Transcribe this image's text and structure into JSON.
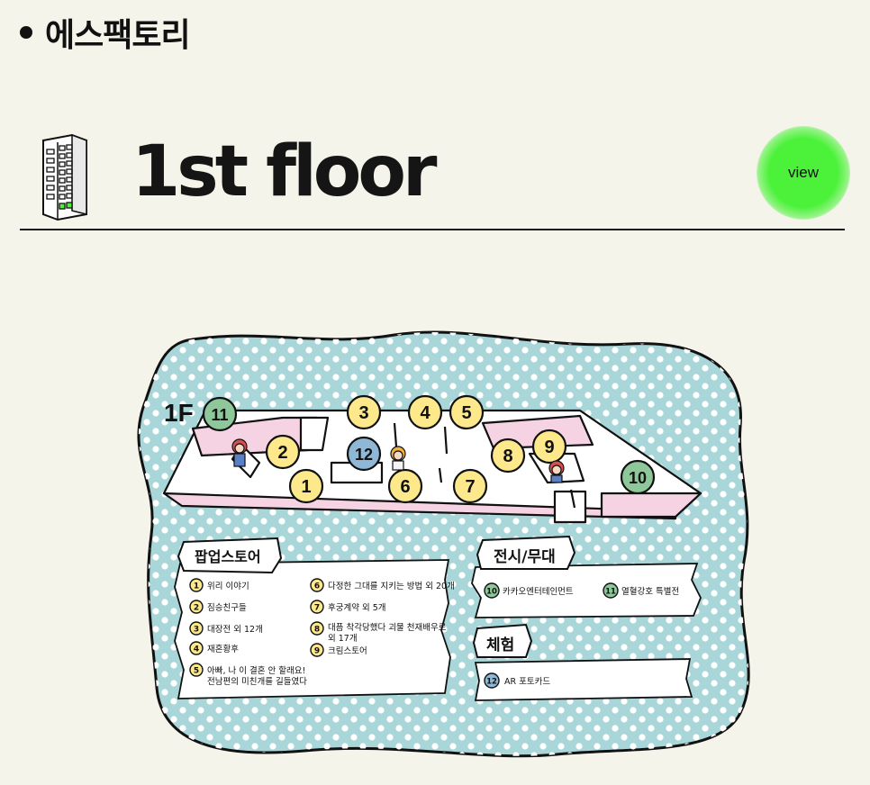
{
  "section": {
    "title": "에스팩토리"
  },
  "floor": {
    "title": "1st floor",
    "view_label": "view",
    "icon": "building-icon"
  },
  "map": {
    "floor_label": "1F",
    "markers": [
      "1",
      "2",
      "3",
      "4",
      "5",
      "6",
      "7",
      "8",
      "9",
      "10",
      "11",
      "12"
    ],
    "legend_popup": {
      "title": "팝업스토어",
      "items": [
        {
          "num": "1",
          "label": "위리 이야기"
        },
        {
          "num": "2",
          "label": "짐승친구들"
        },
        {
          "num": "3",
          "label": "대장전 외 12개"
        },
        {
          "num": "4",
          "label": "재혼황후"
        },
        {
          "num": "5",
          "label": "아빠, 나 이 결혼 안 할래요!",
          "label2": "전남편의 미친개를 길들였다"
        },
        {
          "num": "6",
          "label": "다정한 그대를 지키는 방법 외 20개"
        },
        {
          "num": "7",
          "label": "후궁계약 외 5개"
        },
        {
          "num": "8",
          "label": "대픔 착각당했다 괴물 천재배우로",
          "label2": "외 17개"
        },
        {
          "num": "9",
          "label": "크림스토어"
        }
      ]
    },
    "legend_exhibit": {
      "title": "전시/무대",
      "items": [
        {
          "num": "10",
          "label": "카카오엔터테인먼트"
        },
        {
          "num": "11",
          "label": "열혈강호 특별전"
        }
      ]
    },
    "legend_experience": {
      "title": "체험",
      "items": [
        {
          "num": "12",
          "label": "AR 포토카드"
        }
      ]
    },
    "colors": {
      "yellow": "#fde98b",
      "green": "#8ec89a",
      "blue": "#8fb8d6",
      "teal_bg": "#a9d6d9",
      "pink": "#f6d3e2"
    }
  }
}
